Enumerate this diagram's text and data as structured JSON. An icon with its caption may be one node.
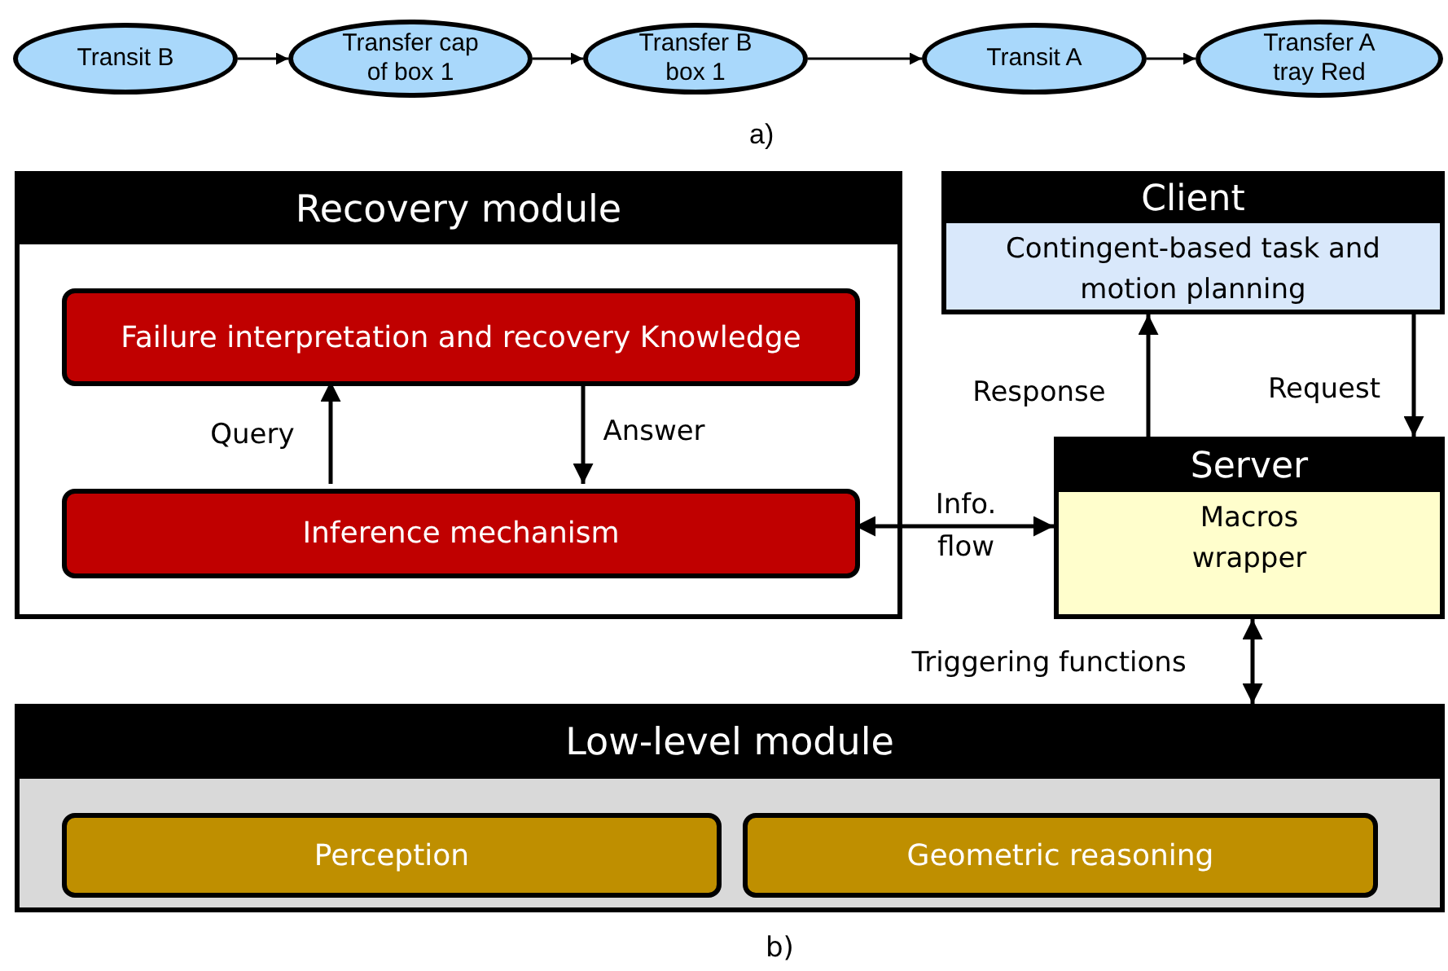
{
  "diagram": {
    "nodes": [
      {
        "text": [
          "Transit B"
        ]
      },
      {
        "text": [
          "Transfer cap of box 1"
        ]
      },
      {
        "text": [
          "Transfer B box 1"
        ]
      },
      {
        "text": [
          "Transit A"
        ]
      },
      {
        "text": [
          "Transfer A tray Red"
        ]
      },
      {
        "text": [
          "Recovery module"
        ]
      },
      {
        "text": [
          "Failure interpretation and recovery Knowledge"
        ],
        "in": 5
      },
      {
        "text": [
          "Inference mechanism"
        ],
        "in": 5
      },
      {
        "text": [
          "Client",
          "Contingent-based task and motion planning"
        ]
      },
      {
        "text": [
          "Server",
          "Macros wrapper"
        ]
      },
      {
        "text": [
          "Low-level module"
        ]
      },
      {
        "text": [
          "Perception"
        ],
        "in": 10
      },
      {
        "text": [
          "Geometric reasoning"
        ],
        "in": 10
      }
    ],
    "edges": [
      {
        "from": 0,
        "to": 1,
        "arrow": "to"
      },
      {
        "from": 1,
        "to": 2,
        "arrow": "to"
      },
      {
        "from": 2,
        "to": 3,
        "arrow": "to"
      },
      {
        "from": 3,
        "to": 4,
        "arrow": "to"
      },
      {
        "from": 7,
        "to": 6,
        "arrow": "to",
        "label": "Query"
      },
      {
        "from": 6,
        "to": 7,
        "arrow": "to",
        "label": "Answer"
      },
      {
        "from": 7,
        "to": 9,
        "arrow": "both",
        "label": "Info. flow"
      },
      {
        "from": 9,
        "to": 8,
        "arrow": "to",
        "label": "Response"
      },
      {
        "from": 8,
        "to": 9,
        "arrow": "to",
        "label": "Request"
      },
      {
        "from": 10,
        "to": 9,
        "arrow": "both",
        "label": "Triggering functions"
      }
    ],
    "labels": [
      "a)",
      "b)"
    ]
  }
}
